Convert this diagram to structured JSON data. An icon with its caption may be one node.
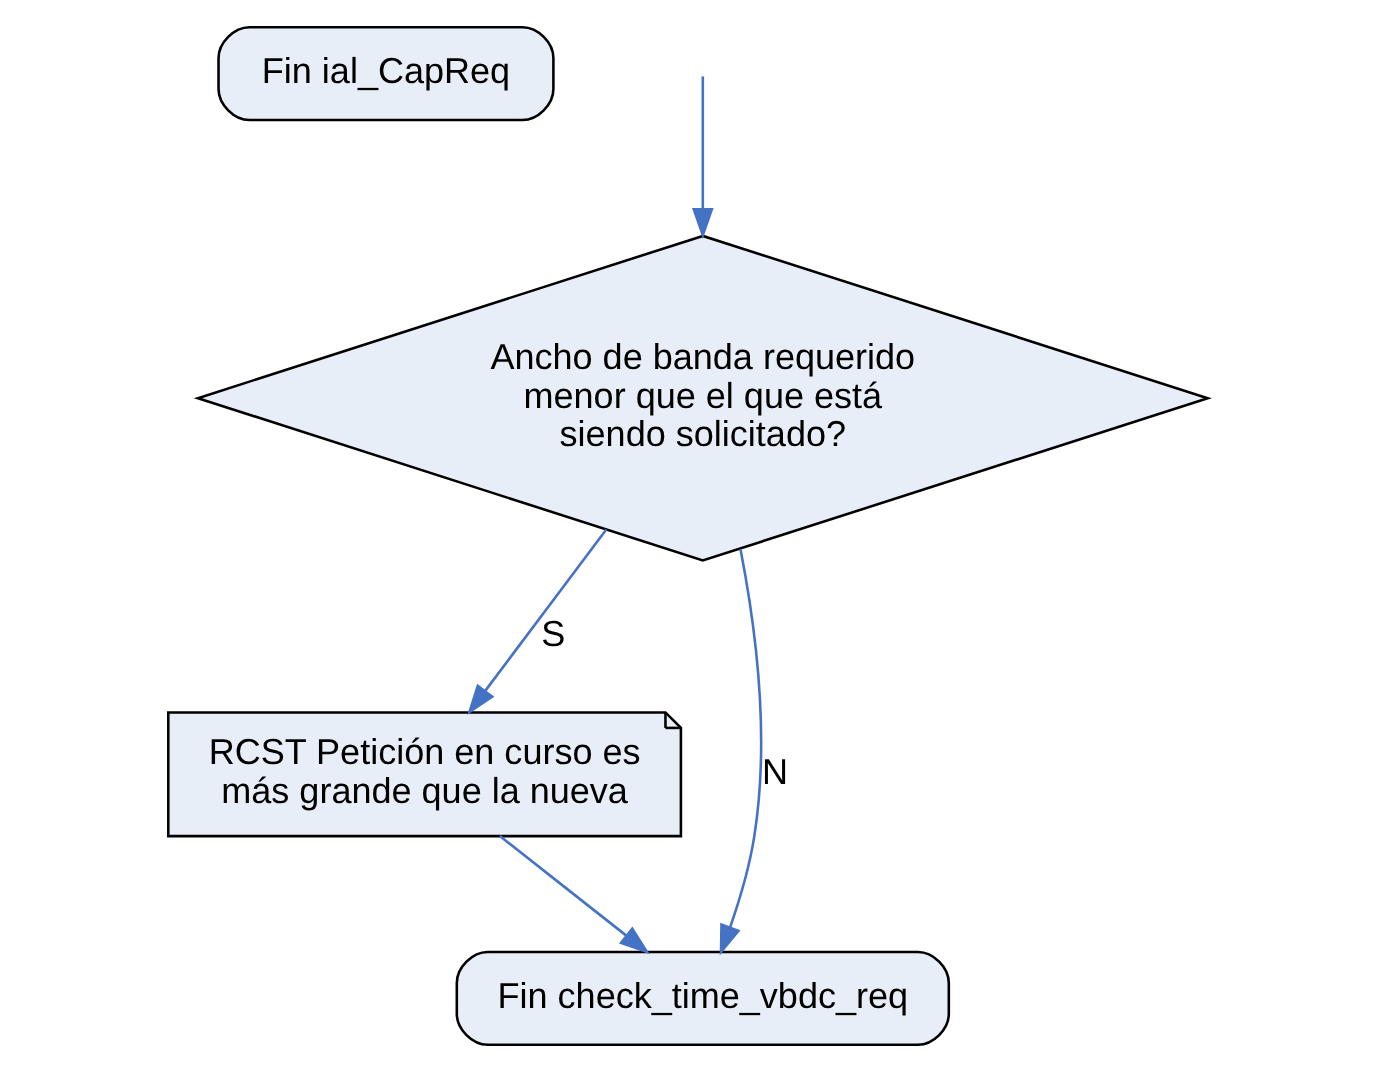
{
  "diagram": {
    "nodes": [
      {
        "text": [
          "Fin ial_CapReq"
        ]
      },
      {
        "text": [
          "Ancho de banda requerido menor que el que está siendo solicitado?"
        ]
      },
      {
        "text": [
          "RCST Petición en curso es más grande que la nueva"
        ]
      },
      {
        "text": [
          "Fin check_time_vbdc_req"
        ]
      }
    ],
    "edges": [
      {
        "from": null,
        "to": 1,
        "arrow": "to"
      },
      {
        "from": 1,
        "to": 2,
        "arrow": "to",
        "label": "S"
      },
      {
        "from": 1,
        "to": 3,
        "arrow": "to",
        "label": "N"
      },
      {
        "from": 2,
        "to": 3,
        "arrow": "to"
      }
    ]
  }
}
